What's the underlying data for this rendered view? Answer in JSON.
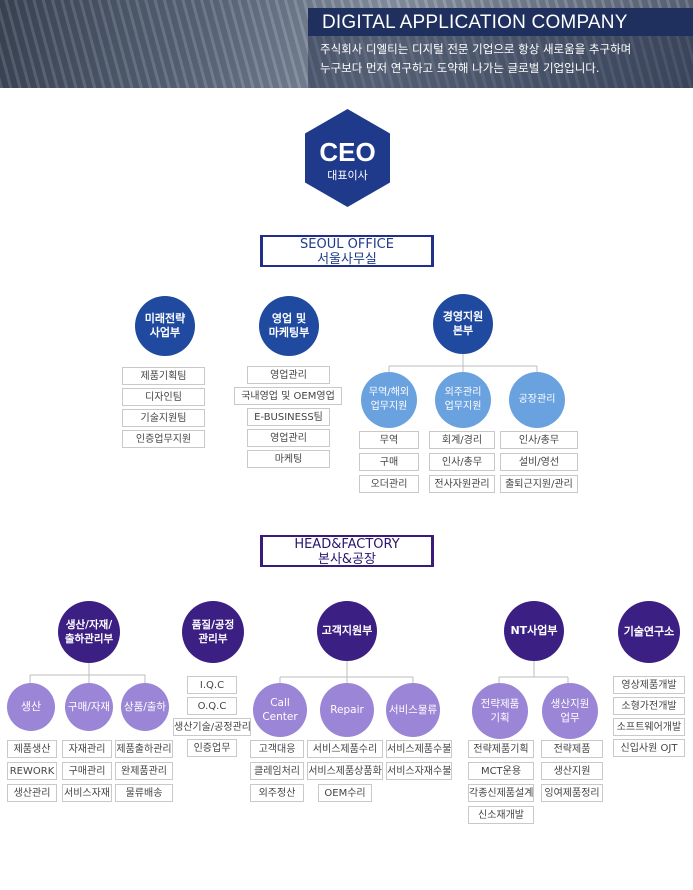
{
  "banner": {
    "title": "DIGITAL APPLICATION COMPANY",
    "desc_line1": "주식회사 디엘티는 디지털 전문 기업으로 항상 새로움을 추구하며",
    "desc_line2": "누구보다 먼저 연구하고 도약해 나가는 글로벌 기업입니다."
  },
  "ceo": {
    "title": "CEO",
    "subtitle": "대표이사"
  },
  "seoul": {
    "title_en": "SEOUL OFFICE",
    "title_ko": "서울사무실",
    "depts": [
      {
        "name_l1": "미래전략",
        "name_l2": "사업부",
        "teams": [
          "제품기획팀",
          "디자인팀",
          "기술지원팀",
          "인증업무지원"
        ]
      },
      {
        "name_l1": "영업 및",
        "name_l2": "마케팅부",
        "teams": [
          "영업관리",
          "국내영업 및 OEM영업",
          "E-BUSINESS팀",
          "영업관리",
          "마케팅"
        ]
      },
      {
        "name_l1": "경영지원",
        "name_l2": "본부",
        "subs": [
          {
            "name_l1": "무역/해외",
            "name_l2": "업무지원",
            "teams": [
              "무역",
              "구매",
              "오더관리"
            ]
          },
          {
            "name_l1": "외주관리",
            "name_l2": "업무지원",
            "teams": [
              "회계/경리",
              "인사/총무",
              "전사자원관리"
            ]
          },
          {
            "name_l1": "공장관리",
            "name_l2": "",
            "teams": [
              "인사/총무",
              "설비/영선",
              "출퇴근지원/관리"
            ]
          }
        ]
      }
    ]
  },
  "factory": {
    "title_en": "HEAD&FACTORY",
    "title_ko": "본사&공장",
    "depts": [
      {
        "name_l1": "생산/자재/",
        "name_l2": "출하관리부",
        "subs": [
          {
            "name_l1": "생산",
            "name_l2": "",
            "teams": [
              "제품생산",
              "REWORK",
              "생산관리"
            ]
          },
          {
            "name_l1": "구매/자재",
            "name_l2": "",
            "teams": [
              "자재관리",
              "구매관리",
              "서비스자재"
            ]
          },
          {
            "name_l1": "상품/출하",
            "name_l2": "",
            "teams": [
              "제품출하관리",
              "완제품관리",
              "물류배송"
            ]
          }
        ]
      },
      {
        "name_l1": "품질/공정",
        "name_l2": "관리부",
        "teams": [
          "I.Q.C",
          "O.Q.C",
          "생산기술/공정관리",
          "인증업무"
        ]
      },
      {
        "name_l1": "고객지원부",
        "name_l2": "",
        "subs": [
          {
            "name_l1": "Call",
            "name_l2": "Center",
            "teams": [
              "고객대응",
              "클레임처리",
              "외주정산"
            ]
          },
          {
            "name_l1": "Repair",
            "name_l2": "",
            "teams": [
              "서비스제품수리",
              "서비스제품상품화",
              "OEM수리"
            ]
          },
          {
            "name_l1": "서비스물류",
            "name_l2": "",
            "teams": [
              "서비스제품수불",
              "서비스자재수불"
            ]
          }
        ]
      },
      {
        "name_l1": "NT사업부",
        "name_l2": "",
        "subs": [
          {
            "name_l1": "전략제품",
            "name_l2": "기획",
            "teams": [
              "전략제품기획",
              "MCT운용",
              "각종신제품설계",
              "신소재개발"
            ]
          },
          {
            "name_l1": "생산지원",
            "name_l2": "업무",
            "teams": [
              "전략제품",
              "생산지원",
              "잉여제품정리"
            ]
          }
        ]
      },
      {
        "name_l1": "기술연구소",
        "name_l2": "",
        "teams": [
          "영상제품개발",
          "소형가전개발",
          "소프트웨어개발",
          "신입사원 OJT"
        ]
      }
    ]
  }
}
